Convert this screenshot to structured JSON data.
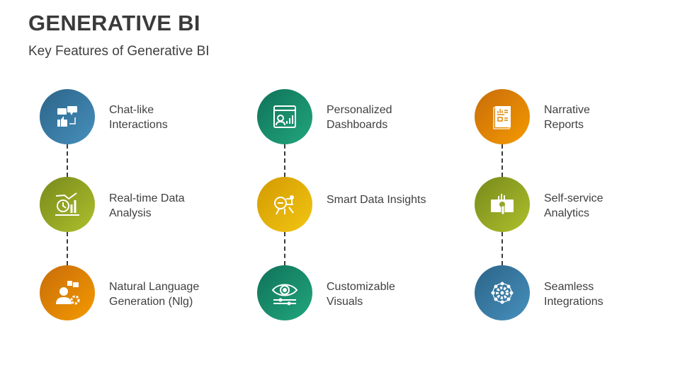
{
  "header": {
    "title": "GENERATIVE BI",
    "subtitle": "Key Features of Generative BI"
  },
  "features": [
    {
      "line1": "Chat-like",
      "line2": "Interactions",
      "icon": "chat-thumbs-up-icon",
      "color": "#3a7aa6"
    },
    {
      "line1": "Real-time Data",
      "line2": "Analysis",
      "icon": "clock-chart-icon",
      "color": "#95a625"
    },
    {
      "line1": "Natural Language",
      "line2": "Generation (Nlg)",
      "icon": "person-translate-gear-icon",
      "color": "#e08505"
    },
    {
      "line1": "Personalized",
      "line2": "Dashboards",
      "icon": "dashboard-user-icon",
      "color": "#188c6b"
    },
    {
      "line1": "Smart Data Insights",
      "line2": "",
      "icon": "brain-circuit-icon",
      "color": "#e4b20a"
    },
    {
      "line1": "Customizable",
      "line2": "Visuals",
      "icon": "eye-sliders-icon",
      "color": "#188c6b"
    },
    {
      "line1": "Narrative",
      "line2": "Reports",
      "icon": "report-document-icon",
      "color": "#e08505"
    },
    {
      "line1": "Self-service",
      "line2": "Analytics",
      "icon": "tablet-touch-chart-icon",
      "color": "#95a625"
    },
    {
      "line1": "Seamless",
      "line2": "Integrations",
      "icon": "gear-network-icon",
      "color": "#3a7aa6"
    }
  ]
}
